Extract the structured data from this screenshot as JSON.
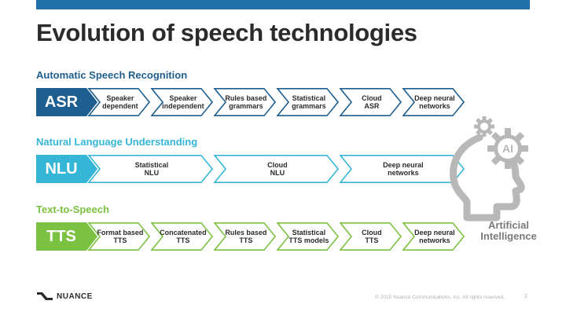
{
  "title": "Evolution of speech technologies",
  "colors": {
    "top_bar": "#1f6fa8",
    "asr": "#1f5f8f",
    "nlu": "#35b6d6",
    "tts": "#7cc242",
    "ai_gray": "#b8b8b8"
  },
  "sections": [
    {
      "id": "asr",
      "heading": "Automatic Speech Recognition",
      "lead": "ASR",
      "steps": [
        "Speaker\ndependent",
        "Speaker\nindependent",
        "Rules based\ngrammars",
        "Statistical\ngrammars",
        "Cloud\nASR",
        "Deep neural\nnetworks"
      ]
    },
    {
      "id": "nlu",
      "heading": "Natural Language Understanding",
      "lead": "NLU",
      "steps": [
        "Statistical\nNLU",
        "Cloud\nNLU",
        "Deep neural\nnetworks"
      ]
    },
    {
      "id": "tts",
      "heading": "Text-to-Speech",
      "lead": "TTS",
      "steps": [
        "Format based\nTTS",
        "Concatenated\nTTS",
        "Rules based\nTTS",
        "Statistical\nTTS models",
        "Cloud\nTTS",
        "Deep neural\nnetworks"
      ]
    }
  ],
  "ai": {
    "badge": "AI",
    "caption": "Artificial\nIntelligence",
    "icons": [
      "head-silhouette-icon",
      "gear-icon",
      "small-gear-icon"
    ]
  },
  "footer": {
    "logo_text": "NUANCE",
    "copyright": "© 2015 Nuance Communications, Inc. All rights reserved.",
    "page_number": "2"
  }
}
